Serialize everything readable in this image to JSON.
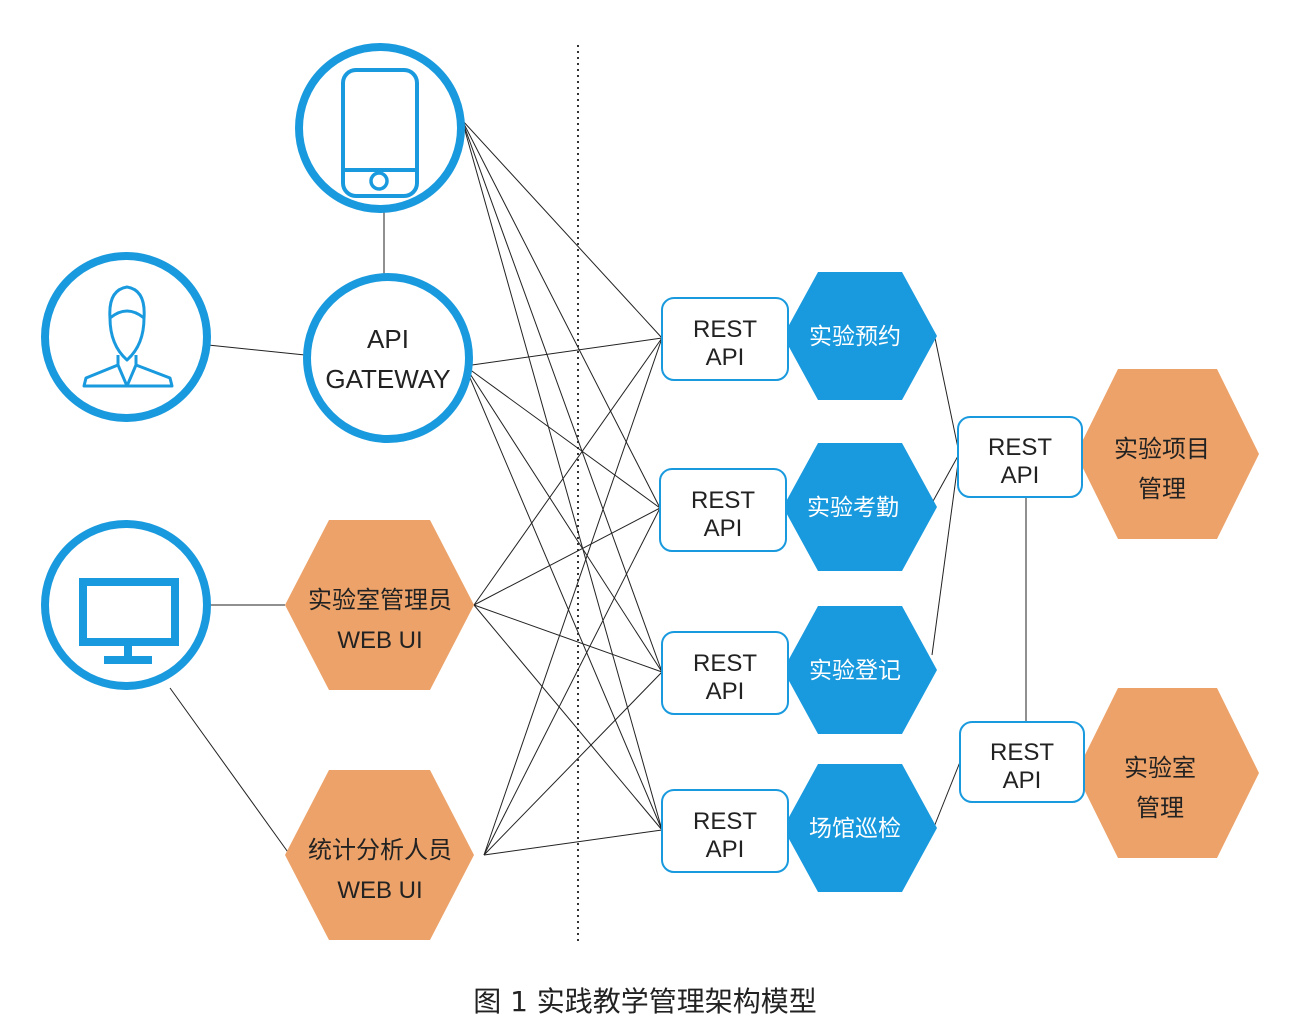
{
  "colors": {
    "blue": "#1a9ade",
    "orange": "#eca269",
    "line": "#222222",
    "text": "#222222",
    "white": "#ffffff"
  },
  "gateway": {
    "line1": "API",
    "line2": "GATEWAY"
  },
  "icons": {
    "phone": "mobile-phone-icon",
    "user": "user-icon",
    "monitor": "monitor-icon"
  },
  "clients": [
    {
      "line1": "实验室管理员",
      "line2": "WEB UI"
    },
    {
      "line1": "统计分析人员",
      "line2": "WEB UI"
    }
  ],
  "services": [
    {
      "api1": "REST",
      "api2": "API",
      "label": "实验预约"
    },
    {
      "api1": "REST",
      "api2": "API",
      "label": "实验考勤"
    },
    {
      "api1": "REST",
      "api2": "API",
      "label": "实验登记"
    },
    {
      "api1": "REST",
      "api2": "API",
      "label": "场馆巡检"
    }
  ],
  "backends": [
    {
      "api1": "REST",
      "api2": "API",
      "line1": "实验项目",
      "line2": "管理"
    },
    {
      "api1": "REST",
      "api2": "API",
      "line1": "实验室",
      "line2": "管理"
    }
  ],
  "caption": "图 1  实践教学管理架构模型"
}
